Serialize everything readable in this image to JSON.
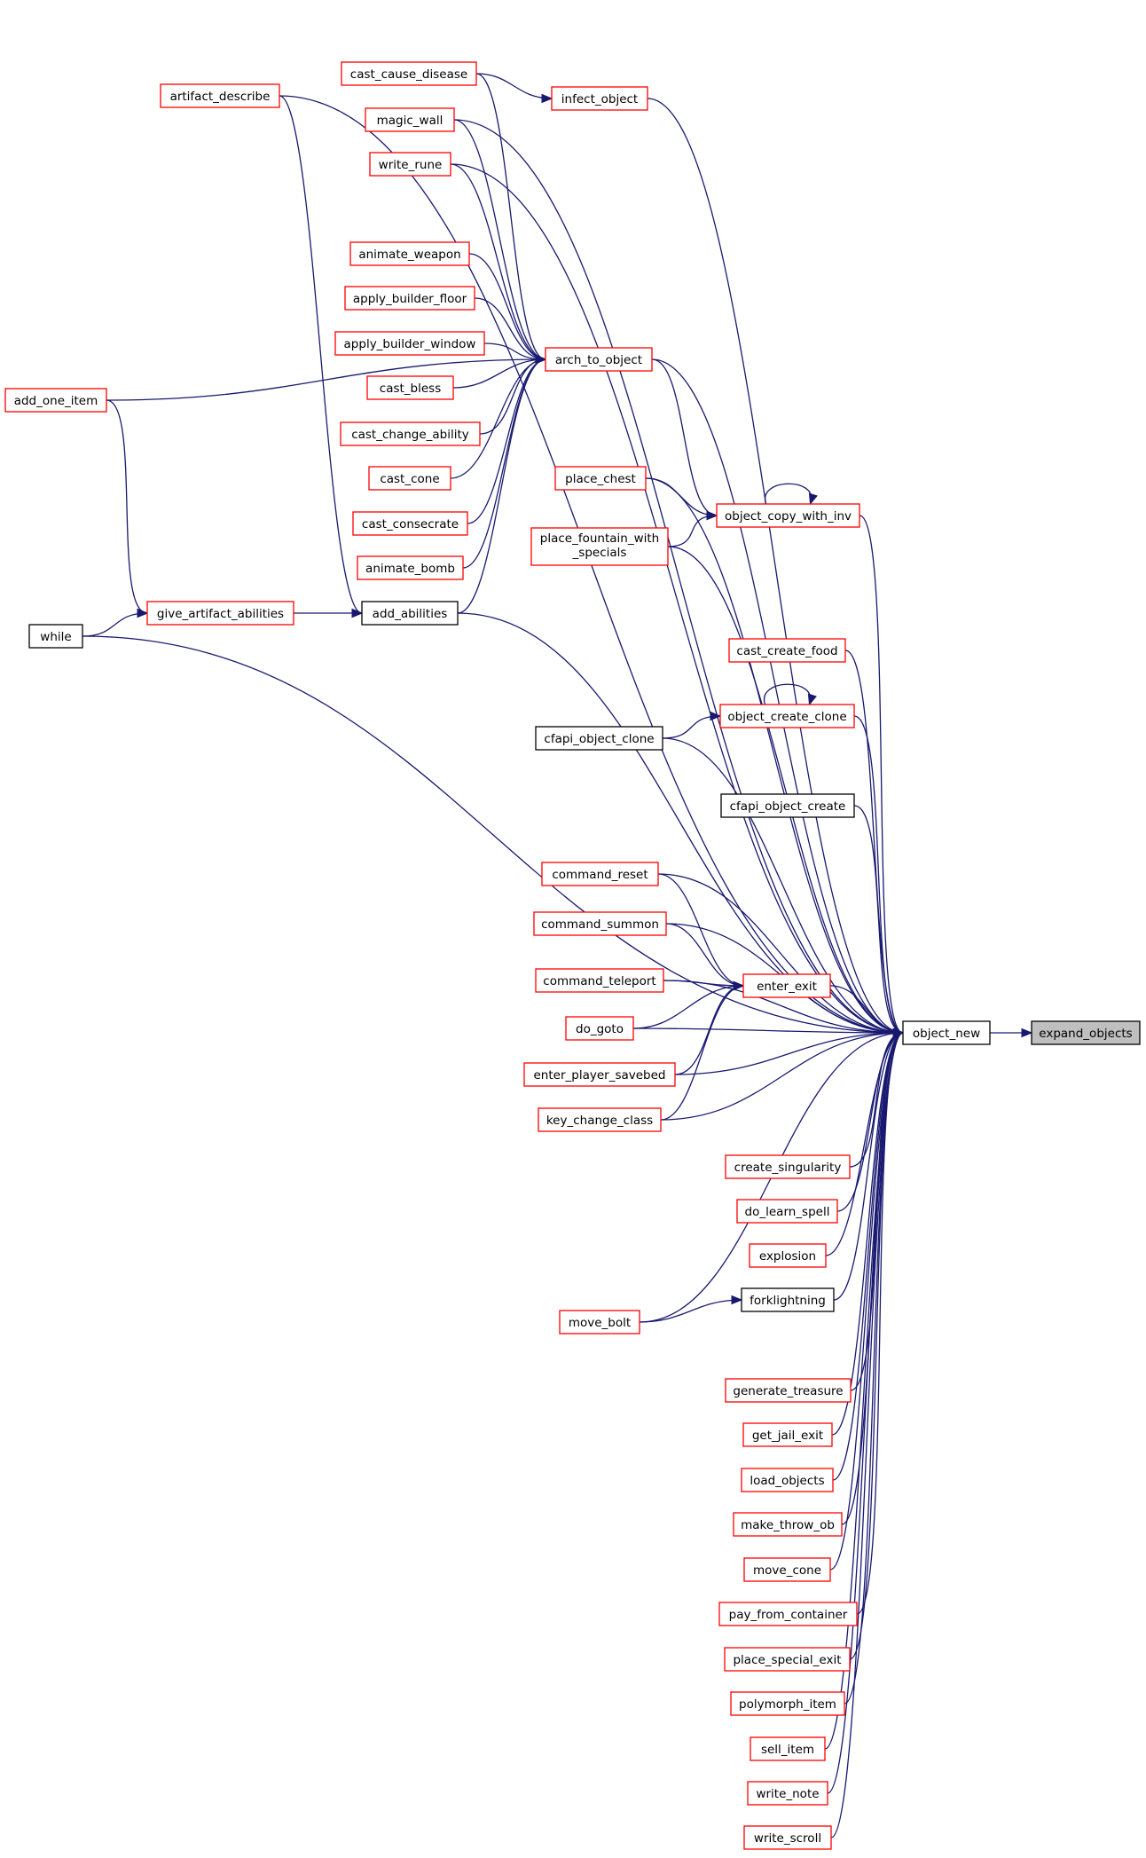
{
  "colors": {
    "edge": "#191970",
    "node_border_red": "#ff0000",
    "node_border_black": "#000000",
    "node_fill": "#ffffff",
    "target_fill": "#bfbfbf"
  },
  "nodes": [
    {
      "id": "expand_objects",
      "label": "expand_objects",
      "border": "black",
      "fill": "gray"
    },
    {
      "id": "object_new",
      "label": "object_new",
      "border": "black"
    },
    {
      "id": "artifact_describe",
      "label": "artifact_describe",
      "border": "red"
    },
    {
      "id": "cast_cause_disease",
      "label": "cast_cause_disease",
      "border": "red"
    },
    {
      "id": "infect_object",
      "label": "infect_object",
      "border": "red"
    },
    {
      "id": "magic_wall",
      "label": "magic_wall",
      "border": "red"
    },
    {
      "id": "write_rune",
      "label": "write_rune",
      "border": "red"
    },
    {
      "id": "animate_weapon",
      "label": "animate_weapon",
      "border": "red"
    },
    {
      "id": "apply_builder_floor",
      "label": "apply_builder_floor",
      "border": "red"
    },
    {
      "id": "apply_builder_window",
      "label": "apply_builder_window",
      "border": "red"
    },
    {
      "id": "arch_to_object",
      "label": "arch_to_object",
      "border": "red"
    },
    {
      "id": "cast_bless",
      "label": "cast_bless",
      "border": "red"
    },
    {
      "id": "add_one_item",
      "label": "add_one_item",
      "border": "red"
    },
    {
      "id": "cast_change_ability",
      "label": "cast_change_ability",
      "border": "red"
    },
    {
      "id": "cast_cone",
      "label": "cast_cone",
      "border": "red"
    },
    {
      "id": "place_chest",
      "label": "place_chest",
      "border": "red"
    },
    {
      "id": "object_copy_with_inv",
      "label": "object_copy_with_inv",
      "border": "red"
    },
    {
      "id": "cast_consecrate",
      "label": "cast_consecrate",
      "border": "red"
    },
    {
      "id": "place_fountain_with_specials",
      "label": "place_fountain_with",
      "label2": "_specials",
      "border": "red"
    },
    {
      "id": "animate_bomb",
      "label": "animate_bomb",
      "border": "red"
    },
    {
      "id": "give_artifact_abilities",
      "label": "give_artifact_abilities",
      "border": "red"
    },
    {
      "id": "add_abilities",
      "label": "add_abilities",
      "border": "black"
    },
    {
      "id": "while",
      "label": "while",
      "border": "black"
    },
    {
      "id": "cast_create_food",
      "label": "cast_create_food",
      "border": "red"
    },
    {
      "id": "object_create_clone",
      "label": "object_create_clone",
      "border": "red"
    },
    {
      "id": "cfapi_object_clone",
      "label": "cfapi_object_clone",
      "border": "black"
    },
    {
      "id": "cfapi_object_create",
      "label": "cfapi_object_create",
      "border": "black"
    },
    {
      "id": "command_reset",
      "label": "command_reset",
      "border": "red"
    },
    {
      "id": "command_summon",
      "label": "command_summon",
      "border": "red"
    },
    {
      "id": "command_teleport",
      "label": "command_teleport",
      "border": "red"
    },
    {
      "id": "enter_exit",
      "label": "enter_exit",
      "border": "red"
    },
    {
      "id": "do_goto",
      "label": "do_goto",
      "border": "red"
    },
    {
      "id": "enter_player_savebed",
      "label": "enter_player_savebed",
      "border": "red"
    },
    {
      "id": "key_change_class",
      "label": "key_change_class",
      "border": "red"
    },
    {
      "id": "create_singularity",
      "label": "create_singularity",
      "border": "red"
    },
    {
      "id": "do_learn_spell",
      "label": "do_learn_spell",
      "border": "red"
    },
    {
      "id": "explosion",
      "label": "explosion",
      "border": "red"
    },
    {
      "id": "forklightning",
      "label": "forklightning",
      "border": "black"
    },
    {
      "id": "move_bolt",
      "label": "move_bolt",
      "border": "red"
    },
    {
      "id": "generate_treasure",
      "label": "generate_treasure",
      "border": "red"
    },
    {
      "id": "get_jail_exit",
      "label": "get_jail_exit",
      "border": "red"
    },
    {
      "id": "load_objects",
      "label": "load_objects",
      "border": "red"
    },
    {
      "id": "make_throw_ob",
      "label": "make_throw_ob",
      "border": "red"
    },
    {
      "id": "move_cone",
      "label": "move_cone",
      "border": "red"
    },
    {
      "id": "pay_from_container",
      "label": "pay_from_container",
      "border": "red"
    },
    {
      "id": "place_special_exit",
      "label": "place_special_exit",
      "border": "red"
    },
    {
      "id": "polymorph_item",
      "label": "polymorph_item",
      "border": "red"
    },
    {
      "id": "sell_item",
      "label": "sell_item",
      "border": "red"
    },
    {
      "id": "write_note",
      "label": "write_note",
      "border": "red"
    },
    {
      "id": "write_scroll",
      "label": "write_scroll",
      "border": "red"
    }
  ],
  "edges": [
    [
      "object_new",
      "expand_objects"
    ],
    [
      "artifact_describe",
      "object_new"
    ],
    [
      "cast_cause_disease",
      "infect_object"
    ],
    [
      "cast_cause_disease",
      "arch_to_object"
    ],
    [
      "infect_object",
      "object_new"
    ],
    [
      "magic_wall",
      "object_new"
    ],
    [
      "magic_wall",
      "arch_to_object"
    ],
    [
      "write_rune",
      "object_new"
    ],
    [
      "write_rune",
      "arch_to_object"
    ],
    [
      "animate_weapon",
      "arch_to_object"
    ],
    [
      "apply_builder_floor",
      "arch_to_object"
    ],
    [
      "apply_builder_window",
      "arch_to_object"
    ],
    [
      "cast_bless",
      "arch_to_object"
    ],
    [
      "cast_change_ability",
      "arch_to_object"
    ],
    [
      "cast_cone",
      "arch_to_object"
    ],
    [
      "cast_consecrate",
      "arch_to_object"
    ],
    [
      "animate_bomb",
      "arch_to_object"
    ],
    [
      "add_abilities",
      "arch_to_object"
    ],
    [
      "add_abilities",
      "object_new"
    ],
    [
      "add_one_item",
      "arch_to_object"
    ],
    [
      "arch_to_object",
      "object_new"
    ],
    [
      "arch_to_object",
      "object_copy_with_inv"
    ],
    [
      "artifact_describe",
      "add_abilities"
    ],
    [
      "place_chest",
      "object_copy_with_inv"
    ],
    [
      "place_chest",
      "object_new"
    ],
    [
      "place_fountain_with_specials",
      "object_copy_with_inv"
    ],
    [
      "place_fountain_with_specials",
      "object_new"
    ],
    [
      "object_copy_with_inv",
      "object_copy_with_inv"
    ],
    [
      "object_copy_with_inv",
      "object_new"
    ],
    [
      "add_one_item",
      "give_artifact_abilities"
    ],
    [
      "give_artifact_abilities",
      "add_abilities"
    ],
    [
      "while",
      "give_artifact_abilities"
    ],
    [
      "while",
      "object_new"
    ],
    [
      "cast_create_food",
      "object_new"
    ],
    [
      "object_create_clone",
      "object_create_clone"
    ],
    [
      "cfapi_object_clone",
      "object_create_clone"
    ],
    [
      "cfapi_object_clone",
      "object_new"
    ],
    [
      "object_create_clone",
      "object_new"
    ],
    [
      "cfapi_object_create",
      "object_new"
    ],
    [
      "command_reset",
      "enter_exit"
    ],
    [
      "command_reset",
      "object_new"
    ],
    [
      "command_summon",
      "enter_exit"
    ],
    [
      "command_summon",
      "object_new"
    ],
    [
      "command_teleport",
      "enter_exit"
    ],
    [
      "command_teleport",
      "object_new"
    ],
    [
      "do_goto",
      "enter_exit"
    ],
    [
      "do_goto",
      "object_new"
    ],
    [
      "enter_player_savebed",
      "enter_exit"
    ],
    [
      "enter_player_savebed",
      "object_new"
    ],
    [
      "key_change_class",
      "enter_exit"
    ],
    [
      "key_change_class",
      "object_new"
    ],
    [
      "enter_exit",
      "object_new"
    ],
    [
      "create_singularity",
      "object_new"
    ],
    [
      "do_learn_spell",
      "object_new"
    ],
    [
      "explosion",
      "object_new"
    ],
    [
      "move_bolt",
      "forklightning"
    ],
    [
      "move_bolt",
      "object_new"
    ],
    [
      "forklightning",
      "object_new"
    ],
    [
      "generate_treasure",
      "object_new"
    ],
    [
      "get_jail_exit",
      "object_new"
    ],
    [
      "load_objects",
      "object_new"
    ],
    [
      "make_throw_ob",
      "object_new"
    ],
    [
      "move_cone",
      "object_new"
    ],
    [
      "pay_from_container",
      "object_new"
    ],
    [
      "place_special_exit",
      "object_new"
    ],
    [
      "polymorph_item",
      "object_new"
    ],
    [
      "sell_item",
      "object_new"
    ],
    [
      "write_note",
      "object_new"
    ],
    [
      "write_scroll",
      "object_new"
    ]
  ]
}
